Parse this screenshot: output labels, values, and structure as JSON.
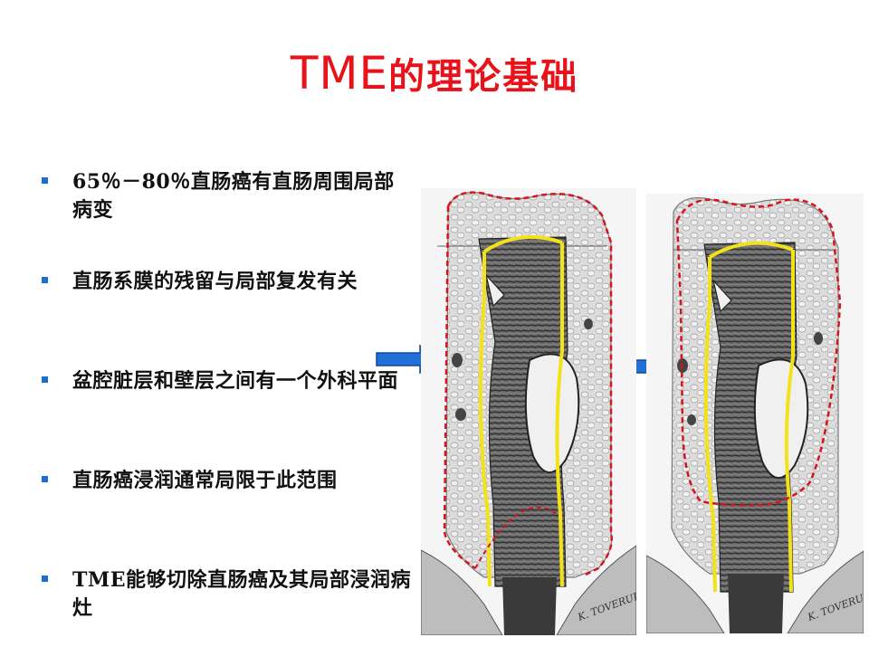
{
  "title": {
    "latin": "TME",
    "chinese": "的理论基础"
  },
  "bullets": [
    {
      "text": "65％－80％直肠癌有直肠周围局部病变"
    },
    {
      "text": "直肠系膜的残留与局部复发有关"
    },
    {
      "text": "盆腔脏层和壁层之间有一个外科平面"
    },
    {
      "text": "直肠癌浸润通常局限于此范围"
    },
    {
      "text": "TME能够切除直肠癌及其局部浸润病灶"
    }
  ],
  "figures": [
    {
      "signature": "K. TOVERUD"
    },
    {
      "signature": "K. TOVERUD"
    }
  ],
  "colors": {
    "title": "#e8121a",
    "bullet": "#1b6fd1",
    "arrow": "#1f6fd6",
    "dashed_line": "#d6141c",
    "fascia": "#f2e21a"
  }
}
